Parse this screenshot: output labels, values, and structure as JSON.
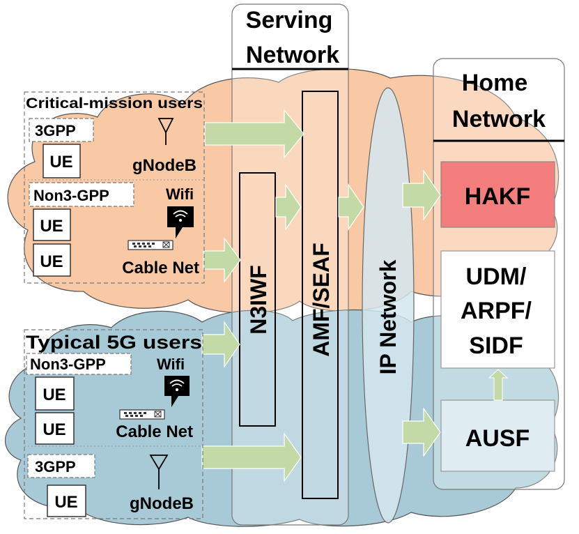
{
  "serving_network": {
    "title_line1": "Serving",
    "title_line2": "Network"
  },
  "home_network": {
    "title_line1": "Home",
    "title_line2": "Network"
  },
  "critical_group": {
    "title": "Critical-mission users",
    "section_3gpp": "3GPP",
    "ue_3gpp": "UE",
    "gnodeb": "gNodeB",
    "section_non3gpp": "Non3-GPP",
    "wifi": "Wifi",
    "ue_non3gpp_1": "UE",
    "ue_non3gpp_2": "UE",
    "cable_net": "Cable Net"
  },
  "typical_group": {
    "title": "Typical 5G users",
    "section_non3gpp": "Non3-GPP",
    "wifi": "Wifi",
    "ue_non3gpp_1": "UE",
    "ue_non3gpp_2": "UE",
    "cable_net": "Cable Net",
    "section_3gpp": "3GPP",
    "ue_3gpp": "UE",
    "gnodeb": "gNodeB"
  },
  "functions": {
    "n3iwf": "N3IWF",
    "amf_seaf": "AMF/SEAF",
    "ip_network": "IP Network",
    "hakf": "HAKF",
    "udm_line1": "UDM/",
    "udm_line2": "ARPF/",
    "udm_line3": "SIDF",
    "ausf": "AUSF"
  },
  "colors": {
    "critical_cloud": "#f9c9a6",
    "typical_cloud": "#a8cad6",
    "arrow": "#c3d9a6",
    "hakf": "#f47e7e",
    "ip_network": "#d3e6ee",
    "ausf": "#dfecf1"
  }
}
